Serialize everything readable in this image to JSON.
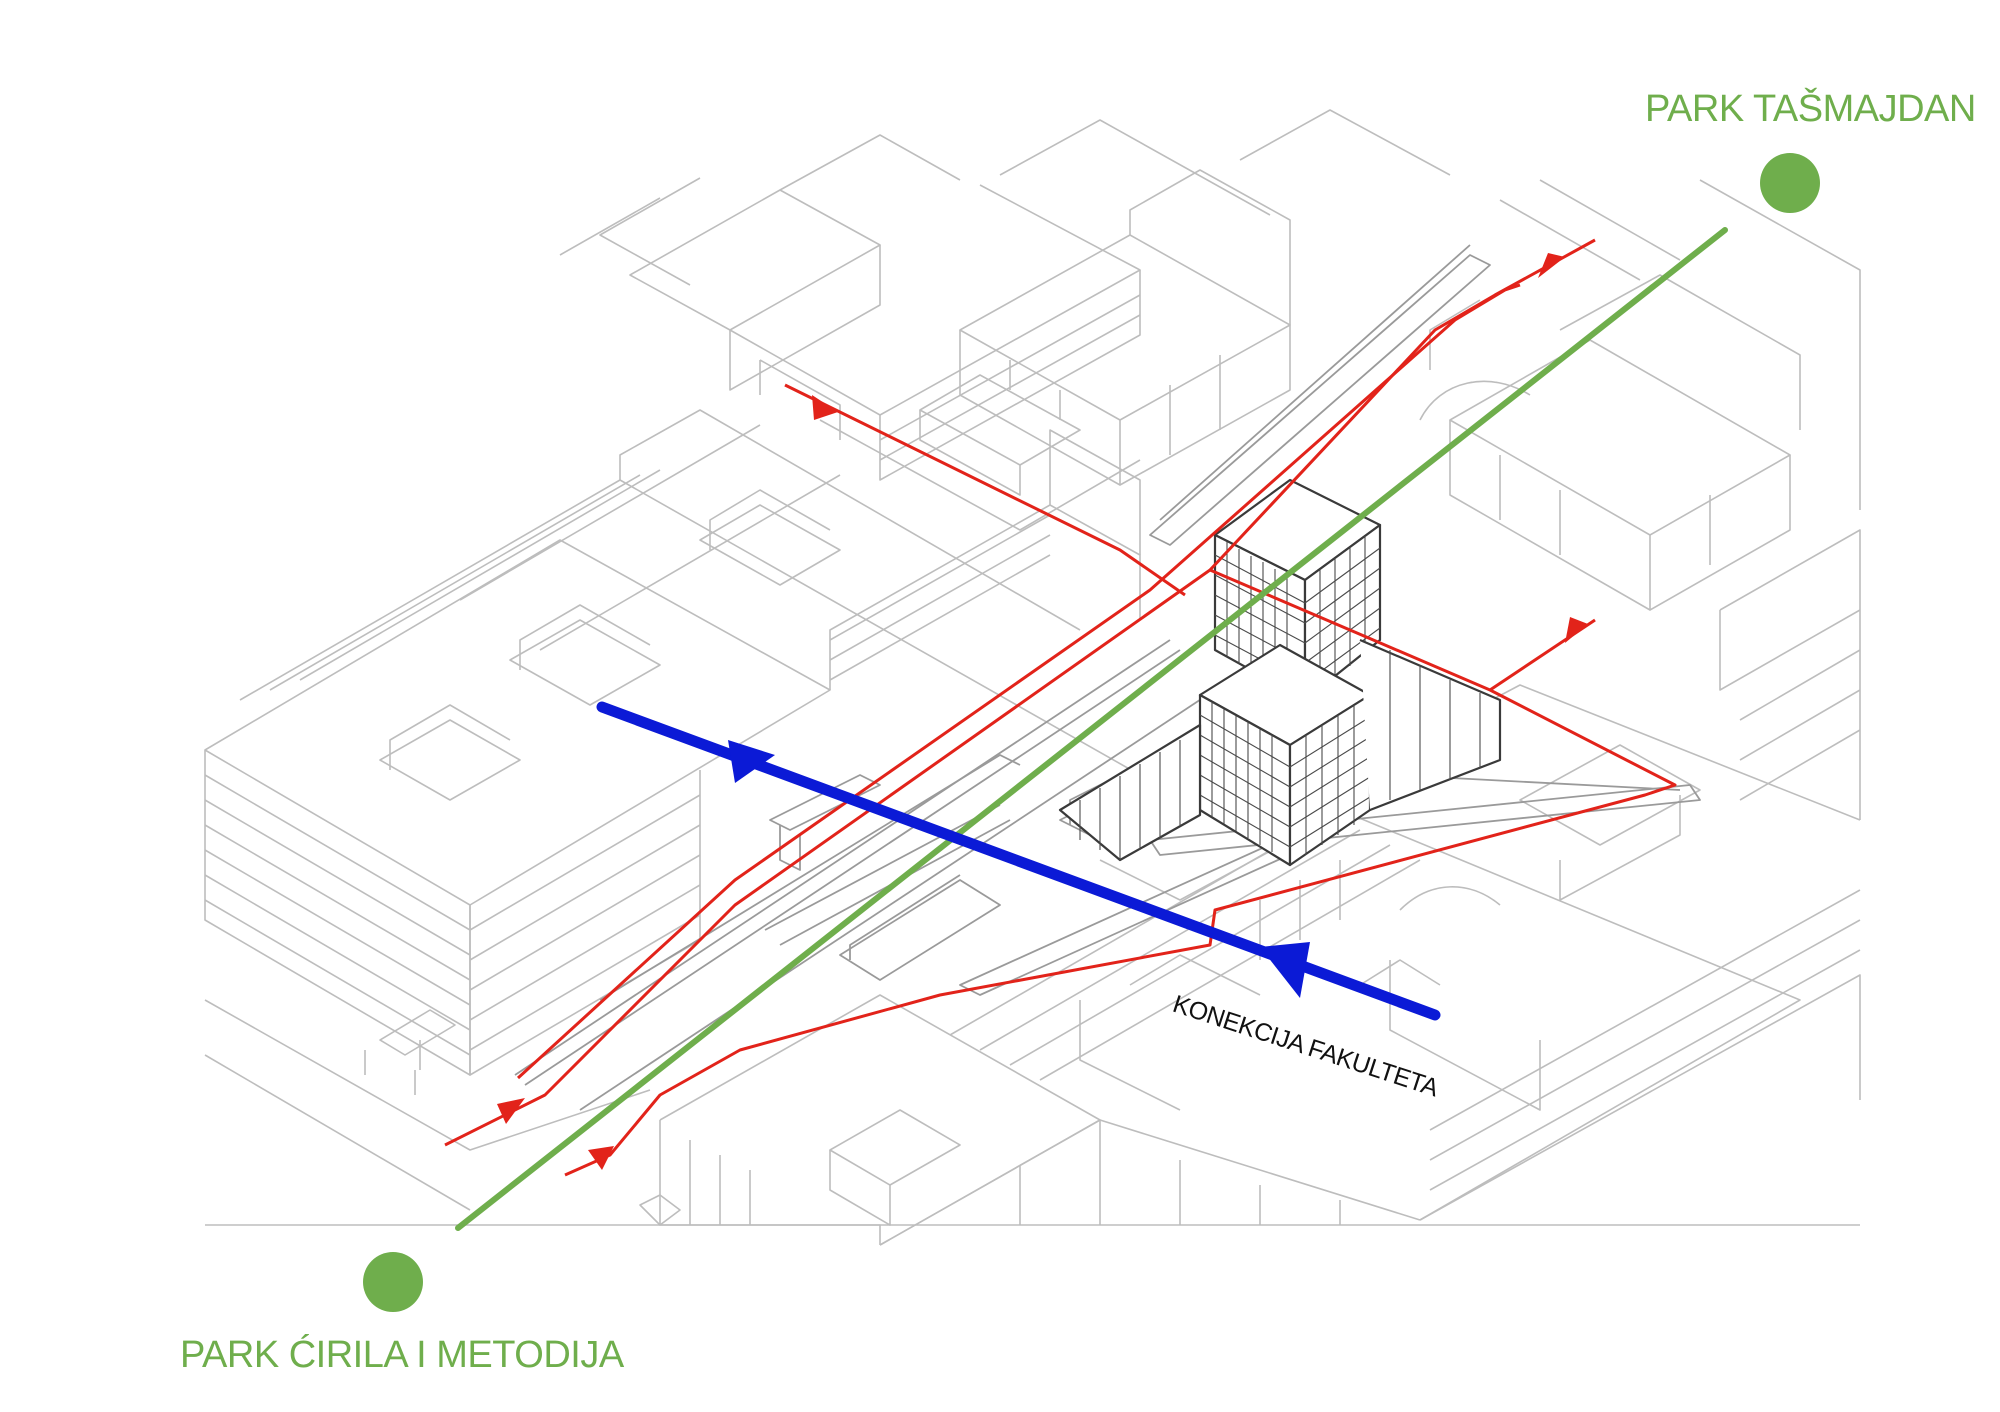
{
  "labels": {
    "park_tasmajdan": "PARK TAŠMAJDAN",
    "park_cirila": "PARK ĆIRILA I METODIJA",
    "konekcija": "KONEKCIJA FAKULTETA"
  },
  "colors": {
    "park_axis": "#6fae4c",
    "pedestrian_paths": "#e2231a",
    "faculty_connection": "#0b1ad6",
    "context_buildings": "#bdbdbd",
    "tower_outline": "#3a3a3a"
  }
}
